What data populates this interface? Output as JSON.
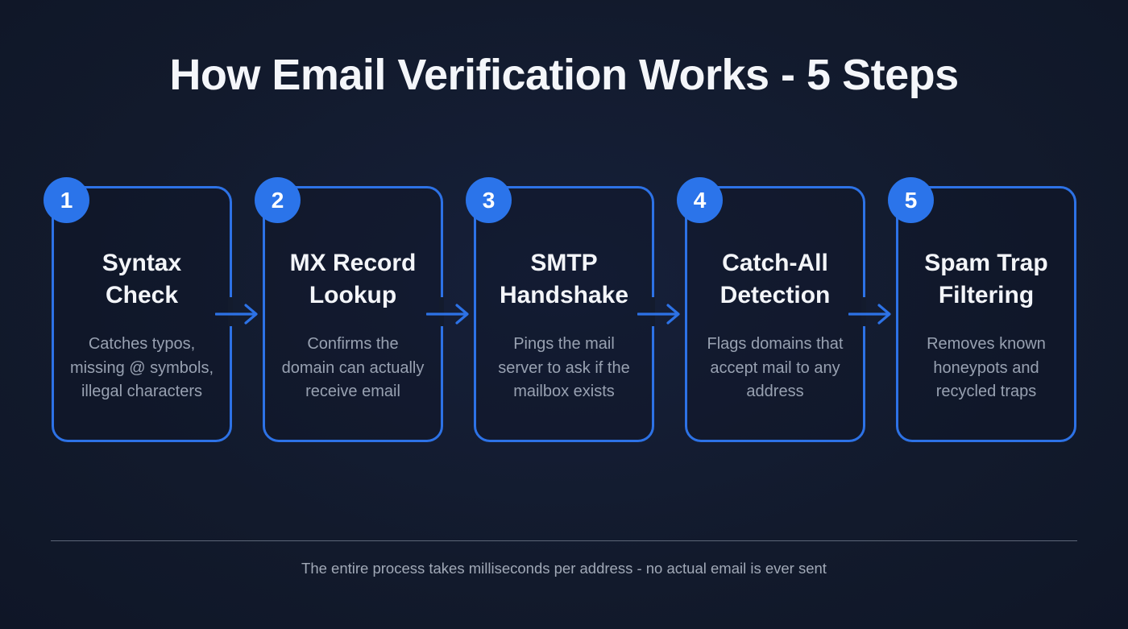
{
  "header": {
    "title": "How Email Verification Works - 5 Steps"
  },
  "steps": [
    {
      "number": "1",
      "title": "Syntax\nCheck",
      "description": "Catches typos,\nmissing @ symbols,\nillegal characters"
    },
    {
      "number": "2",
      "title": "MX Record\nLookup",
      "description": "Confirms the\ndomain can actually\nreceive email"
    },
    {
      "number": "3",
      "title": "SMTP\nHandshake",
      "description": "Pings the mail\nserver to ask if the\nmailbox exists"
    },
    {
      "number": "4",
      "title": "Catch-All\nDetection",
      "description": "Flags domains that\naccept mail to any\naddress"
    },
    {
      "number": "5",
      "title": "Spam Trap\nFiltering",
      "description": "Removes known\nhoneypots and\nrecycled traps"
    }
  ],
  "connectors": {
    "icon": "arrow-right-icon",
    "count": 4
  },
  "footer": {
    "note": "The entire process takes milliseconds per address - no actual email is ever sent"
  },
  "colors": {
    "background": "#131b2d",
    "accent": "#2d72e6",
    "badge": "#2b74ea",
    "title_text": "#f4f6fa",
    "description_text": "#98a1b1",
    "footer_text": "#a1a9b7",
    "divider": "#5d6678"
  }
}
